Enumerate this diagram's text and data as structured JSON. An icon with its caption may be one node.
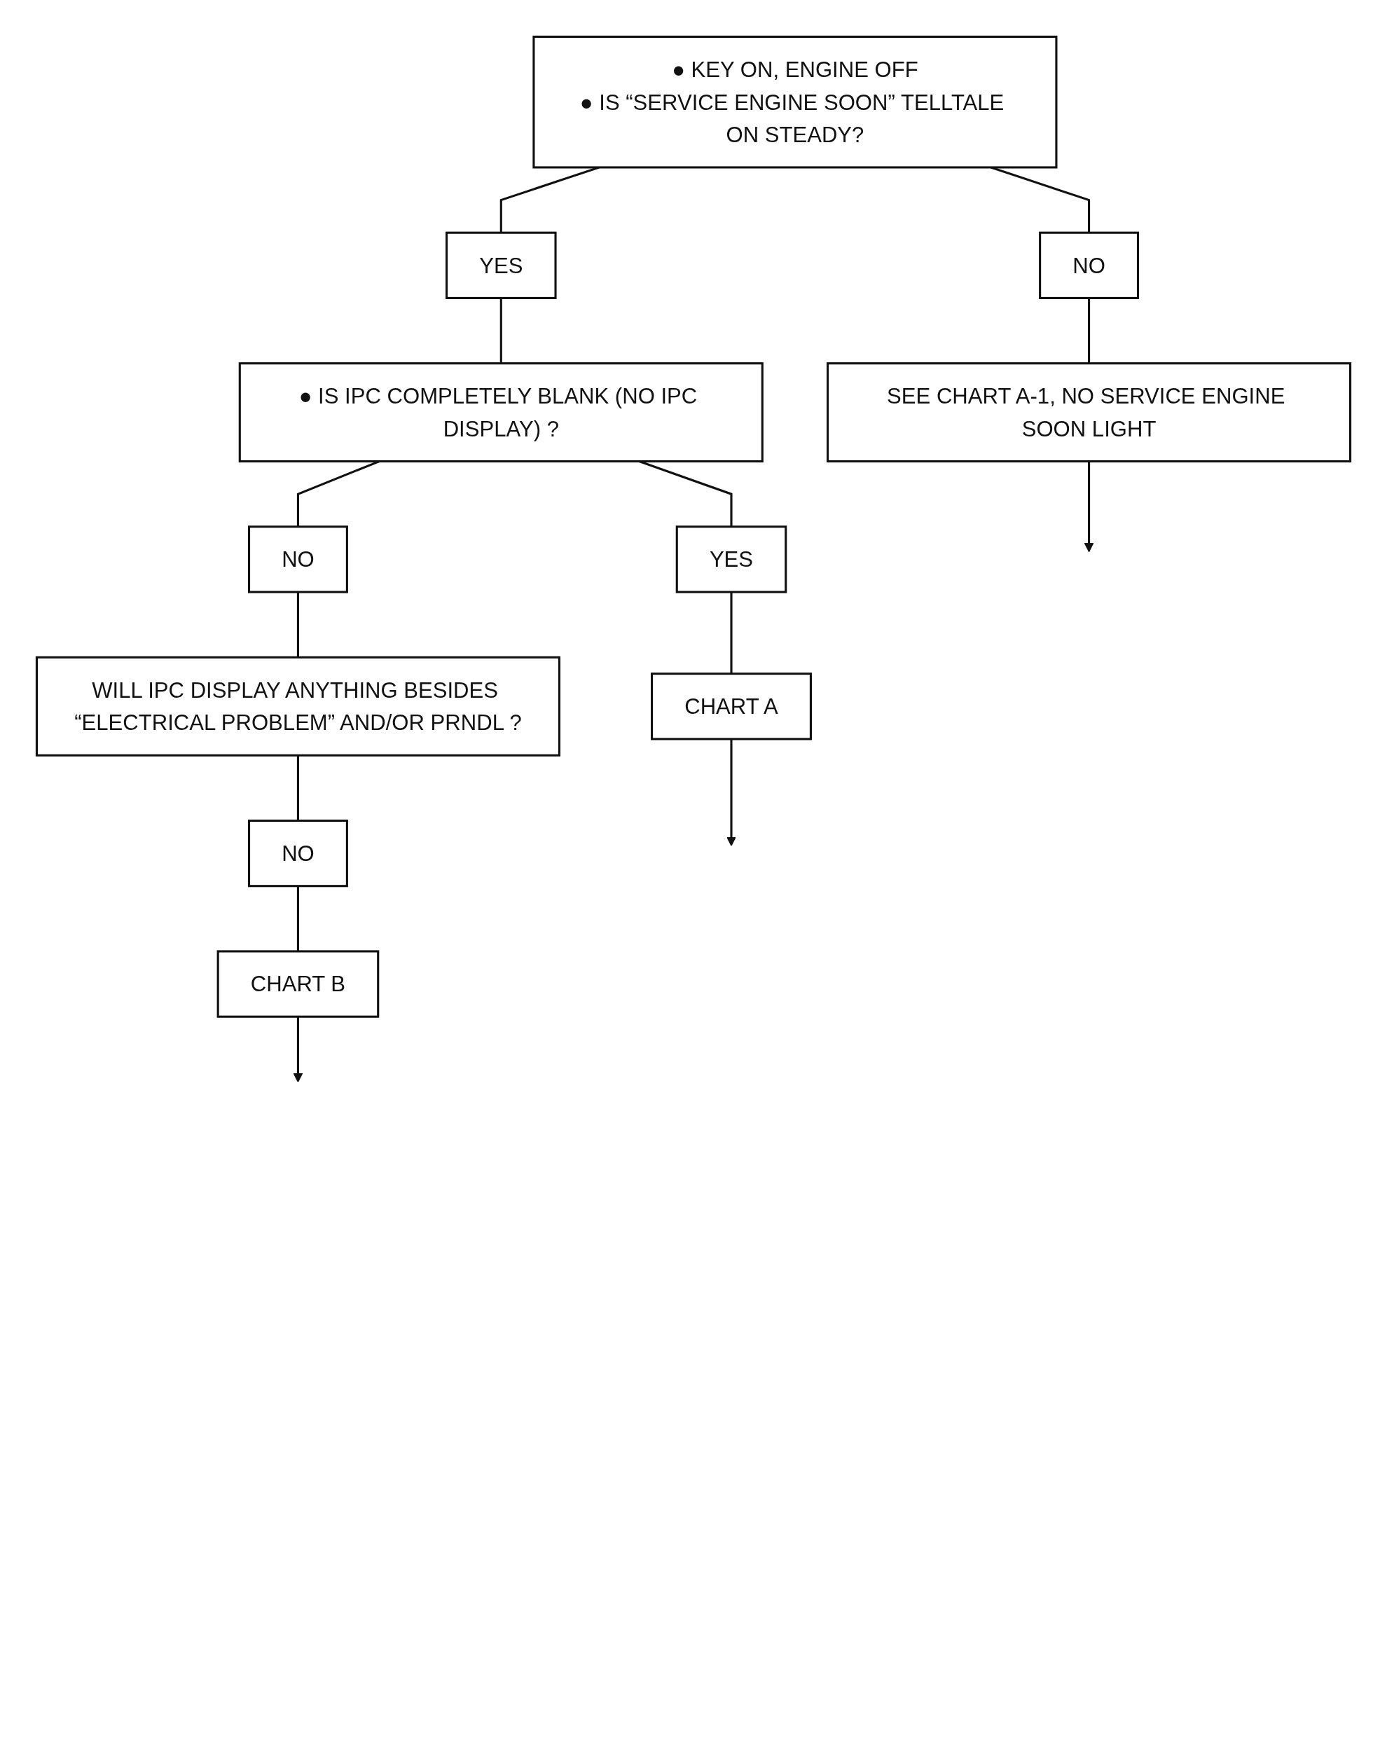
{
  "diagram": {
    "nodes": [
      {
        "text": [
          "● KEY ON, ENGINE OFF",
          "● IS “SERVICE ENGINE SOON” TELLTALE ON STEADY?"
        ]
      },
      {
        "text": [
          "NO"
        ]
      },
      {
        "text": [
          "SEE CHART A-1, NO SERVICE ENGINE SOON LIGHT"
        ]
      },
      {
        "text": [
          "YES"
        ]
      },
      {
        "text": [
          "● IS IPC COMPLETELY BLANK (NO IPC DISPLAY) ?"
        ]
      },
      {
        "text": [
          "YES"
        ]
      },
      {
        "text": [
          "CHART A"
        ]
      },
      {
        "text": [
          "NO"
        ]
      },
      {
        "text": [
          "WILL IPC DISPLAY ANYTHING BESIDES “ELECTRICAL PROBLEM” AND/OR PRNDL ?"
        ]
      },
      {
        "text": [
          "NO"
        ]
      },
      {
        "text": [
          "CHART B"
        ]
      }
    ],
    "edges": [
      {
        "from": 0,
        "to": 1,
        "arrow": "none"
      },
      {
        "from": 1,
        "to": 2,
        "arrow": "none"
      },
      {
        "from": 2,
        "to": null,
        "arrow": "to"
      },
      {
        "from": 0,
        "to": 3,
        "arrow": "none"
      },
      {
        "from": 3,
        "to": 4,
        "arrow": "none"
      },
      {
        "from": 4,
        "to": 5,
        "arrow": "none"
      },
      {
        "from": 5,
        "to": 6,
        "arrow": "none"
      },
      {
        "from": 6,
        "to": null,
        "arrow": "to"
      },
      {
        "from": 4,
        "to": 7,
        "arrow": "none"
      },
      {
        "from": 7,
        "to": 8,
        "arrow": "none"
      },
      {
        "from": 8,
        "to": 9,
        "arrow": "none"
      },
      {
        "from": 9,
        "to": 10,
        "arrow": "none"
      },
      {
        "from": 10,
        "to": null,
        "arrow": "to"
      }
    ]
  }
}
